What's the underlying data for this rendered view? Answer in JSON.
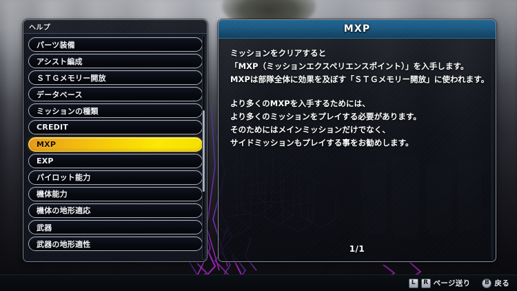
{
  "sidebar": {
    "title": "ヘルプ",
    "items": [
      {
        "label": "パーツ装備",
        "selected": false
      },
      {
        "label": "アシスト編成",
        "selected": false
      },
      {
        "label": "ＳＴＧメモリー開放",
        "selected": false
      },
      {
        "label": "データベース",
        "selected": false
      },
      {
        "label": "ミッションの種類",
        "selected": false
      },
      {
        "label": "CREDIT",
        "selected": false
      },
      {
        "label": "MXP",
        "selected": true
      },
      {
        "label": "EXP",
        "selected": false
      },
      {
        "label": "パイロット能力",
        "selected": false
      },
      {
        "label": "機体能力",
        "selected": false
      },
      {
        "label": "機体の地形適応",
        "selected": false
      },
      {
        "label": "武器",
        "selected": false
      },
      {
        "label": "武器の地形適性",
        "selected": false
      }
    ]
  },
  "content": {
    "title": "MXP",
    "paragraphs": [
      [
        "ミッションをクリアすると",
        "「MXP（ミッションエクスペリエンスポイント）」を入手します。",
        "MXPは部隊全体に効果を及ぼす「ＳＴＧメモリー開放」に使われます。"
      ],
      [
        "より多くのMXPを入手するためには、",
        "より多くのミッションをプレイする必要があります。",
        "そのためにはメインミッションだけでなく、",
        "サイドミッションもプレイする事をお勧めします。"
      ]
    ],
    "page_indicator": "1/1"
  },
  "bottom_bar": {
    "prompts": [
      {
        "keys": [
          "L",
          "R"
        ],
        "shape": "square",
        "label": "ページ送り"
      },
      {
        "keys": [
          "B"
        ],
        "shape": "round",
        "label": "戻る"
      }
    ]
  },
  "colors": {
    "accent_selected_start": "#e7991b",
    "accent_selected_end": "#f5e000",
    "header_blue": "#1a3060",
    "content_header_teal": "#195a83",
    "panel_border": "#8c93a0",
    "text_primary": "#ffffff",
    "wireframe_purple": "#7b3fd4",
    "wireframe_magenta": "#c22ae0"
  }
}
